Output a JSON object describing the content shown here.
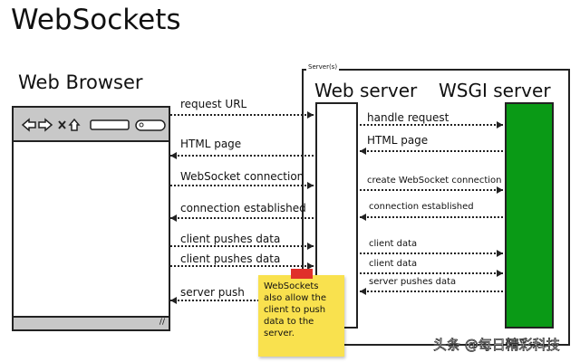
{
  "title": "WebSockets",
  "browser": {
    "title": "Web Browser",
    "toolbar_icons": [
      "back-arrow-icon",
      "forward-arrow-icon",
      "close-icon",
      "home-icon",
      "address-bar",
      "search-field-icon"
    ],
    "resize_glyph": "//"
  },
  "servers": {
    "label": "Server(s)",
    "web_server": "Web server",
    "wsgi_server": "WSGI server",
    "wsgi_color": "#0a9a16"
  },
  "left_messages": [
    {
      "label": "request URL",
      "direction": "right"
    },
    {
      "label": "HTML page",
      "direction": "left"
    },
    {
      "label": "WebSocket connection",
      "direction": "right"
    },
    {
      "label": "connection established",
      "direction": "left"
    },
    {
      "label": "client pushes data",
      "direction": "right"
    },
    {
      "label": "client pushes data",
      "direction": "right"
    },
    {
      "label": "server push",
      "direction": "left"
    }
  ],
  "right_messages": [
    {
      "label": "handle request",
      "direction": "right"
    },
    {
      "label": "HTML page",
      "direction": "left"
    },
    {
      "label": "create WebSocket connection",
      "direction": "right"
    },
    {
      "label": "connection established",
      "direction": "left"
    },
    {
      "label": "client data",
      "direction": "right"
    },
    {
      "label": "client data",
      "direction": "right"
    },
    {
      "label": "server pushes data",
      "direction": "left"
    }
  ],
  "note": {
    "text": "WebSockets also allow the client to push data to the server.",
    "color": "#f9e14e"
  },
  "watermark": "头条 @每日精彩科技"
}
